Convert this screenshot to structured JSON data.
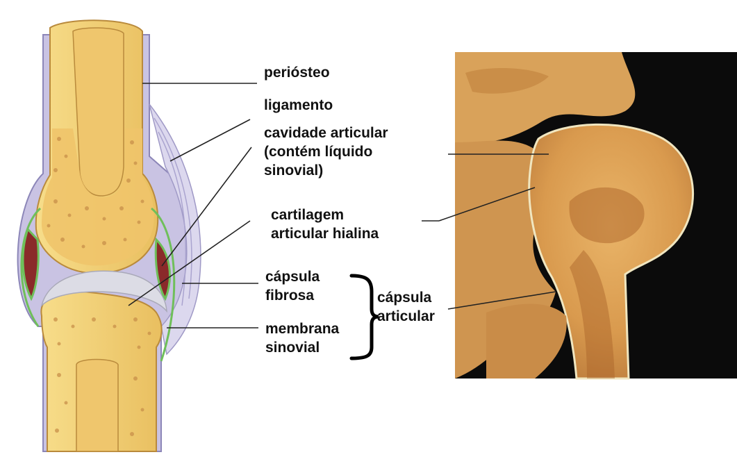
{
  "colors": {
    "background": "#ffffff",
    "bone_outer": "#f3d170",
    "bone_spongy": "#e8b85a",
    "bone_dots": "#c9904a",
    "marrow": "#f0c870",
    "periosteum": "#b9b3d8",
    "ligament": "#d4d0ea",
    "synovial_fluid": "#8a2a2a",
    "synovial_membrane": "#6fbf5a",
    "cartilage": "#d9d9e2",
    "photo_bg": "#0b0b0b",
    "photo_bone": "#d99a4e",
    "photo_bone_dark": "#b06a2e",
    "label_text": "#111111",
    "leader_line": "#222222"
  },
  "labels": {
    "periosteo": "periósteo",
    "ligamento": "ligamento",
    "cavidade_line1": "cavidade articular",
    "cavidade_line2": "(contém líquido",
    "cavidade_line3": "sinovial)",
    "cartilagem_line1": "cartilagem",
    "cartilagem_line2": "articular hialina",
    "capsula_fibrosa_line1": "cápsula",
    "capsula_fibrosa_line2": "fibrosa",
    "membrana_line1": "membrana",
    "membrana_line2": "sinovial",
    "capsula_articular_line1": "cápsula",
    "capsula_articular_line2": "articular"
  }
}
